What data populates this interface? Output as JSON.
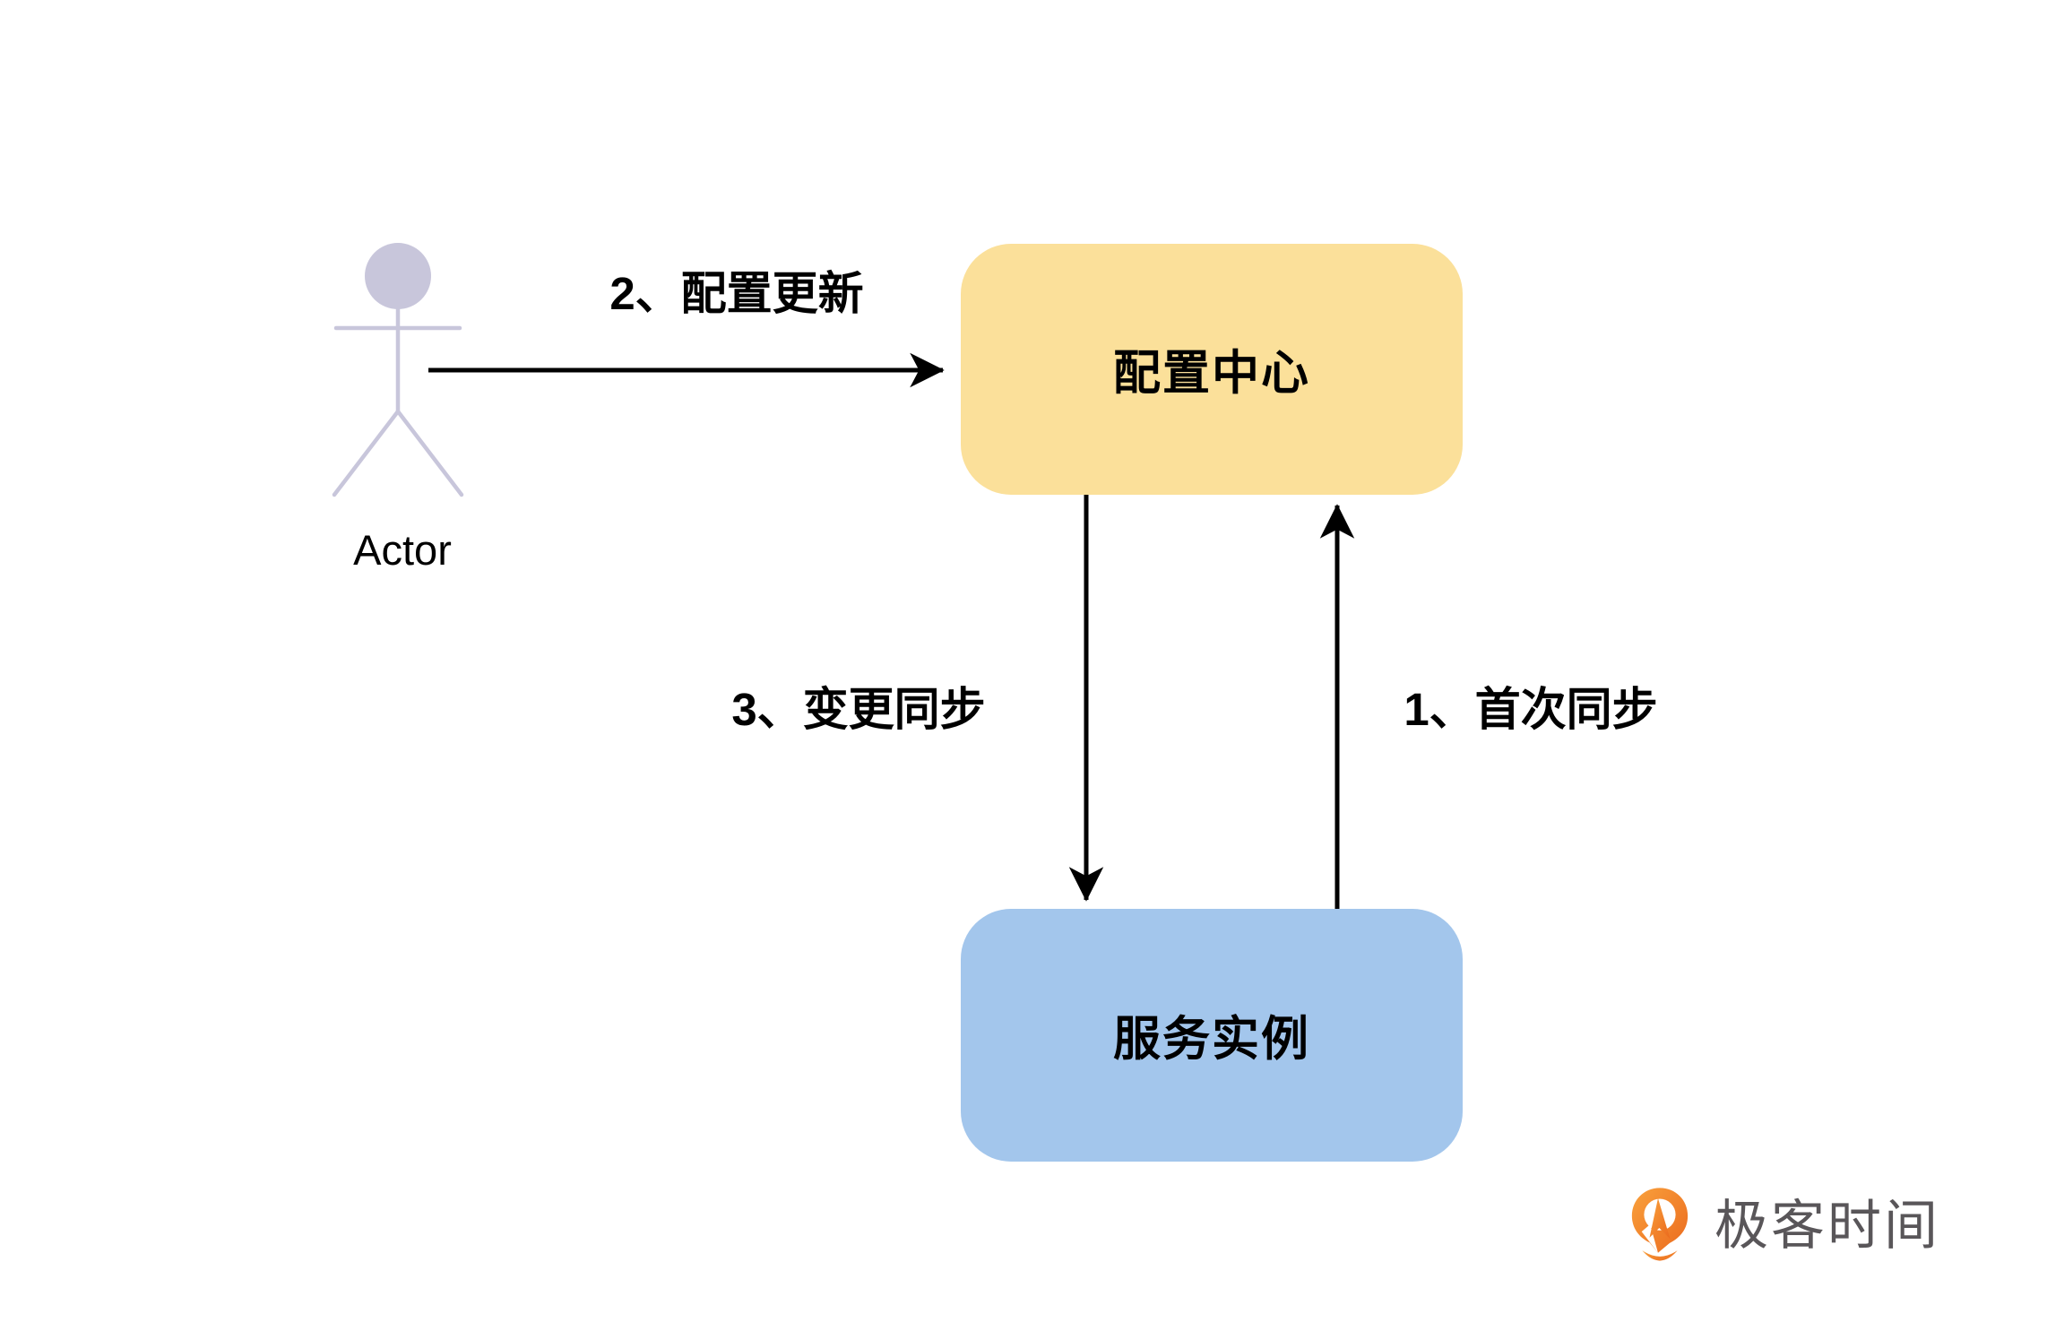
{
  "colors": {
    "background": "#ffffff",
    "box-yellow": "#FBE09A",
    "box-blue": "#A3C6EC",
    "actor-color": "#C8C6DB",
    "arrow-color": "#000000",
    "label-color": "#000000",
    "logo-text-color": "#595659",
    "logo-orange-light": "#F9A13C",
    "logo-orange-dark": "#EB6A1E"
  },
  "diagram": {
    "actor": {
      "label": "Actor"
    },
    "nodes": {
      "config_center": {
        "label": "配置中心",
        "fill": "#FBE09A"
      },
      "service_instance": {
        "label": "服务实例",
        "fill": "#A3C6EC"
      }
    },
    "edges": {
      "first_sync": {
        "label": "1、首次同步",
        "from": "服务实例",
        "to": "配置中心",
        "direction": "up"
      },
      "config_update": {
        "label": "2、配置更新",
        "from": "Actor",
        "to": "配置中心",
        "direction": "right"
      },
      "change_sync": {
        "label": "3、变更同步",
        "from": "配置中心",
        "to": "服务实例",
        "direction": "down"
      }
    }
  },
  "branding": {
    "logo_text": "极客时间"
  }
}
